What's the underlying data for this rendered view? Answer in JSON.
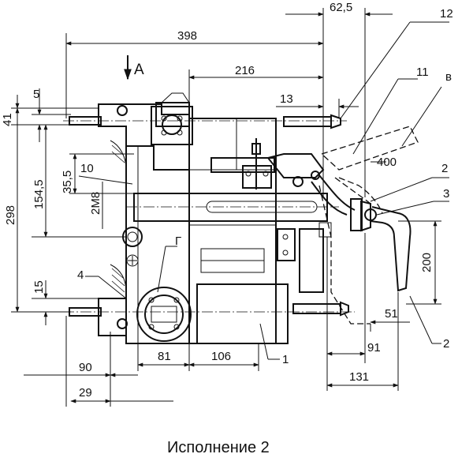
{
  "view_label": "A",
  "caption": "Исполнение 2",
  "dimensions": {
    "d_62_5": "62,5",
    "d_398": "398",
    "d_216": "216",
    "d_13": "13",
    "d_400": "400",
    "d_5": "5",
    "d_41": "41",
    "d_298": "298",
    "d_154_5": "154,5",
    "d_35_5": "35,5",
    "d_2m8": "2М8",
    "d_15": "15",
    "d_200": "200",
    "d_51": "51",
    "d_91": "91",
    "d_131": "131",
    "d_81": "81",
    "d_106": "106",
    "d_90": "90",
    "d_29": "29"
  },
  "callouts": {
    "c_12": "12",
    "c_11": "11",
    "c_v": "в",
    "c_2a": "2",
    "c_3": "3",
    "c_10": "10",
    "c_g": "Г",
    "c_4": "4",
    "c_1": "1",
    "c_2b": "2"
  }
}
